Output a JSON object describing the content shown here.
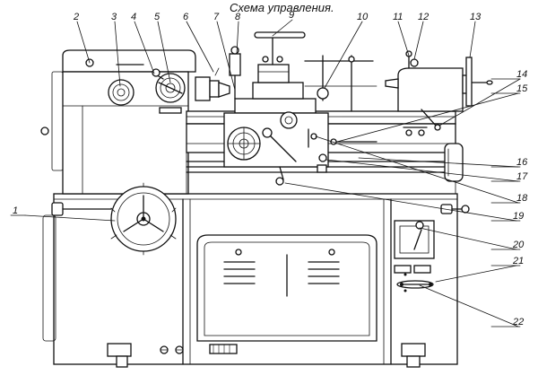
{
  "title": "Схема управления.",
  "callouts": [
    "1",
    "2",
    "3",
    "4",
    "5",
    "6",
    "7",
    "8",
    "9",
    "10",
    "11",
    "12",
    "13",
    "14",
    "15",
    "16",
    "17",
    "18",
    "19",
    "20",
    "21",
    "22"
  ]
}
